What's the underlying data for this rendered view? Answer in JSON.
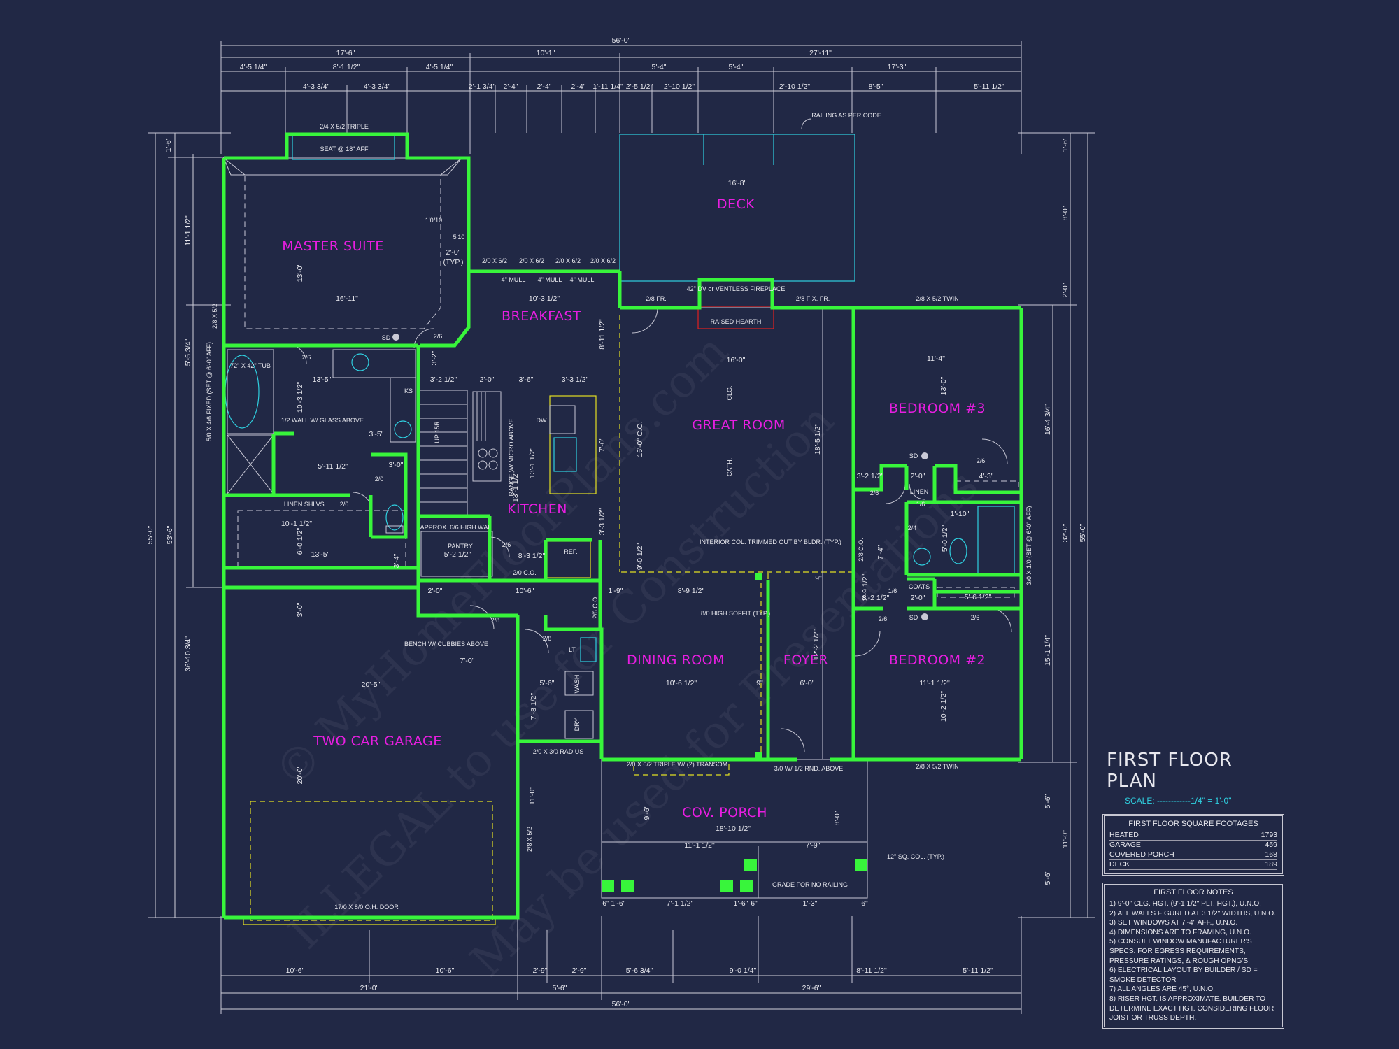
{
  "rooms": {
    "master_suite": "MASTER SUITE",
    "breakfast": "BREAKFAST",
    "kitchen": "KITCHEN",
    "great_room": "GREAT ROOM",
    "deck": "DECK",
    "bedroom3": "BEDROOM #3",
    "bedroom2": "BEDROOM #2",
    "dining_room": "DINING ROOM",
    "foyer": "FOYER",
    "two_car_garage": "TWO CAR GARAGE",
    "cov_porch": "COV. PORCH"
  },
  "top_dims": {
    "overall": "56'-0\"",
    "r1": [
      "17'-6\"",
      "10'-1\"",
      "27'-11\""
    ],
    "r2": [
      "4'-5 1/4\"",
      "8'-1 1/2\"",
      "4'-5 1/4\"",
      "5'-4\"",
      "5'-4\"",
      "17'-3\""
    ],
    "r3": [
      "4'-3 3/4\"",
      "4'-3 3/4\"",
      "2'-1 3/4\"",
      "2'-4\"",
      "2'-4\"",
      "2'-4\"",
      "1'-11 1/4\"",
      "2'-5 1/2\"",
      "2'-10 1/2\"",
      "2'-10 1/2\"",
      "8'-5\"",
      "5'-11 1/2\""
    ]
  },
  "bottom_dims": {
    "r1": [
      "10'-6\"",
      "10'-6\"",
      "2'-9\"",
      "2'-9\"",
      "5'-6 3/4\"",
      "9'-0 1/4\"",
      "8'-11 1/2\"",
      "5'-11 1/2\""
    ],
    "r2": [
      "21'-0\"",
      "5'-6\"",
      "29'-6\""
    ],
    "overall": "56'-0\"",
    "porch": [
      "6\"",
      "1'-6\"",
      "7'-1 1/2\"",
      "1'-6\"",
      "6\"",
      "1'-3\"",
      "6\""
    ]
  },
  "left_dims": [
    "1'-6\"",
    "11'-1 1/2\"",
    "5'-5 3/4\"",
    "55'-0\"",
    "53'-6\"",
    "36'-10 3/4\""
  ],
  "right_dims": [
    "1'-6\"",
    "8'-0\"",
    "2'-0\"",
    "16'-4 3/4\"",
    "32'-0\"",
    "55'-0\"",
    "15'-1 1/4\"",
    "5'-6\"",
    "11'-0\"",
    "5'-6\""
  ],
  "interior_dims": {
    "master_w": "16'-11\"",
    "master_h": "13'-0\"",
    "typ": "2'-0\"",
    "typ2": "(TYP.)",
    "seat": "SEAT @ 18\" AFF",
    "triple": "2/4 X 5/2 TRIPLE",
    "d1010": "1'0/10",
    "d510": "5'10",
    "breakfast_w": "10'-3 1/2\"",
    "breakfast_h": "8'-11 1/2\"",
    "kitchen_h": "13'-1 1/2\"",
    "k1": "2'-0\"",
    "k2": "3'-6\"",
    "k3": "3'-3 1/2\"",
    "k4": "3'-2 1/2\"",
    "k5": "3'-2\"",
    "k6": "7'-0\"",
    "k7": "3'-3 1/2\"",
    "k8": "8'-3 1/2\"",
    "great_w": "16'-0\"",
    "great_h1": "15'-0\" C.O.",
    "great_h2": "18'-5 1/2\"",
    "deck_w": "16'-8\"",
    "bed3_w": "11'-4\"",
    "bed3_h": "13'-0\"",
    "bed2_w": "11'-1 1/2\"",
    "bed2_h": "10'-2 1/2\"",
    "dining_w": "10'-6 1/2\"",
    "foyer_w": "6'-0\"",
    "foyer_h": "12'-2 1/2\"",
    "garage_w": "20'-5\"",
    "garage_h": "20'-0\"",
    "garage_h2": "3'-0\"",
    "garage_h3": "11'-0\"",
    "porch_w": "18'-10 1/2\"",
    "porch_h": "9'-6\"",
    "porch_h2": "8'-0\"",
    "porch_w2": "11'-1 1/2\"",
    "porch_w3": "7'-9\"",
    "bath_w": "13'-5\"",
    "bath_w2": "5'-11 1/2\"",
    "bath_h": "10'-3 1/2\"",
    "bath_h2": "6'-0 1/2\"",
    "closet_w": "10'-1 1/2\"",
    "closet_w2": "13'-5\"",
    "hall_w": "10'-6\"",
    "hall_h": "2'-0\"",
    "mud_w": "7'-0\"",
    "mud_h": "5'-6\"",
    "mud_h2": "7'-8 1/2\"",
    "b4": "4'-3\"",
    "b5": "1'-10\"",
    "b6": "5'-6 1/2\"",
    "b7": "5'-0 1/2\"",
    "b8": "2'-0\"",
    "b9": "3'-2 1/2\"",
    "b10": "2'-0\"",
    "b11": "3'-2 1/2\"",
    "b12": "2'-9 1/2\"",
    "b13": "7'-4\"",
    "dl1": "9'-0 1/2\"",
    "dl2": "1'-9\"",
    "dl3": "8'-9 1/2\"",
    "dl4": "9\"",
    "dl5": "9\"",
    "dl6": "3'-0\"",
    "dl7": "5'-2 1/2\"",
    "dl8": "3'-4\"",
    "dl9": "3'-5\"",
    "dl10": "13'-1 1/2\""
  },
  "notes_on_plan": {
    "railing": "RAILING AS PER CODE",
    "fireplace": "42\" DV or VENTLESS FIREPLACE",
    "hearth": "RAISED HEARTH",
    "fix_fr": "2/8 FIX. FR.",
    "fr": "2/8 FR.",
    "twin_top": "2/8 X 5/2 TWIN",
    "twin_bot": "2/8 X 5/2 TWIN",
    "windows": [
      "2/0 X 6/2",
      "2/0 X 6/2",
      "2/0 X 6/2",
      "2/0 X 6/2"
    ],
    "mulls": [
      "4\" MULL",
      "4\" MULL",
      "4\" MULL"
    ],
    "tub": "72\" X 42\" TUB",
    "half_wall": "1/2 WALL W/ GLASS ABOVE",
    "linen_shlvs": "LINEN SHLVS.",
    "fixed": "5/0 X 4/6 FIXED (SET @ 6'-0\" AFF)",
    "side_win": "2/8 X 5/2",
    "pantry": "PANTRY",
    "approx_wall": "APPROX. 6/6 HIGH WALL",
    "ref": "REF.",
    "dw": "DW",
    "ks": "KS",
    "range": "RANGE W/ MICRO ABOVE",
    "up": "UP 15R",
    "interior_col": "INTERIOR COL. TRIMMED OUT BY BLDR. (TYP.)",
    "soffit": "8/0 HIGH SOFFIT (TYP.)",
    "clg": "CLG.",
    "cath": "CATH.",
    "bench": "BENCH W/ CUBBIES ABOVE",
    "wash": "WASH",
    "dry": "DRY",
    "lt": "LT",
    "triple_transom": "2/0 X 6/2 TRIPLE W/ (2) TRANSOM",
    "radius": "2/0 X 3/0 RADIUS",
    "door_front": "3/0 W/ 1/2 RND. ABOVE",
    "co": "2/0 C.O.",
    "co2": "2/6 C.O.",
    "co3": "2/8 C.O.",
    "linen": "LINEN",
    "coats": "COATS",
    "sd": "SD",
    "bedwin": "3/0 X 1/0 (SET @ 6'-0\" AFF)",
    "col12": "12\" SQ. COL. (TYP.)",
    "grade": "GRADE FOR NO RAILING",
    "ohdoor": "17/0 X 8/0 O.H. DOOR",
    "garage_win": "2/8 X 5/2",
    "door26": "2/6",
    "door28": "2/8",
    "door20": "2/0",
    "door24": "2/4",
    "door16": "1/6"
  },
  "legend": {
    "title": "FIRST FLOOR PLAN",
    "scale": "SCALE: ------------1/4\" = 1'-0\"",
    "sqft_title": "FIRST FLOOR SQUARE FOOTAGES",
    "sqft": [
      {
        "label": "HEATED",
        "value": "1793"
      },
      {
        "label": "GARAGE",
        "value": "459"
      },
      {
        "label": "COVERED PORCH",
        "value": "168"
      },
      {
        "label": "DECK",
        "value": "189"
      }
    ],
    "notes_title": "FIRST FLOOR NOTES",
    "notes": [
      "1) 9'-0\" CLG. HGT. (9'-1 1/2\" PLT. HGT.), U.N.O.",
      "2) ALL WALLS FIGURED AT 3 1/2\" WIDTHS, U.N.O.",
      "3) SET WINDOWS AT 7'-4\" AFF., U.N.O.",
      "4) DIMENSIONS ARE TO FRAMING, U.N.O.",
      "5) CONSULT WINDOW MANUFACTURER'S SPECS. FOR EGRESS REQUIREMENTS, PRESSURE RATINGS, & ROUGH OPNG'S.",
      "6) ELECTRICAL LAYOUT BY BUILDER / SD = SMOKE DETECTOR",
      "7) ALL ANGLES ARE 45°, U.N.O.",
      "8) RISER HGT. IS APPROXIMATE. BUILDER TO DETERMINE EXACT HGT. CONSIDERING FLOOR JOIST OR TRUSS DEPTH."
    ]
  },
  "watermark": [
    "© MyHomeFloorPlans.com",
    "ILLEGAL to use for Construction",
    "May be used for Presentations"
  ],
  "colors": {
    "background": "#212845",
    "walls": "#38f53b",
    "room_labels": "#e71ee0",
    "accent": "#2fd0e0",
    "fixtures": "#e3e023"
  }
}
